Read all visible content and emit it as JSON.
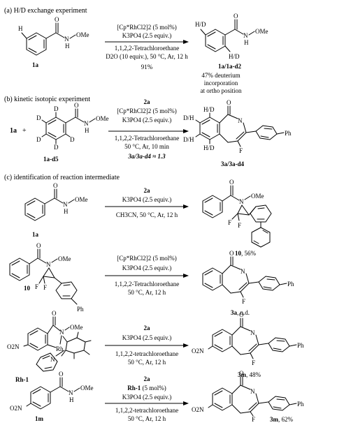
{
  "sections": {
    "a": {
      "title": "(a) H/D exchange experiment",
      "reactant": "1a",
      "conditions": [
        "[Cp*RhCl2]2 (5 mol%)",
        "K3PO4 (2.5 equiv.)",
        "1,1,2,2-Tetrachloroethane",
        "D2O (10 equiv.), 50 °C, Ar, 12 h"
      ],
      "yield": "91%",
      "product": "1a/1a-d2",
      "note": [
        "47% deuterium",
        "incorporation",
        "at ortho position"
      ],
      "atoms": {
        "H": "H",
        "NH": "N",
        "Hn": "H",
        "OMe": "OMe",
        "O": "O",
        "HD1": "H/D",
        "HD2": "H/D"
      }
    },
    "b": {
      "title": "(b) kinetic isotopic experiment",
      "reactant1": "1a",
      "plus": "+",
      "reactant2": "1a-d5",
      "reagent": "2a",
      "conditions": [
        "[Cp*RhCl2]2 (5 mol%)",
        "K3PO4 (2.5 equiv.)",
        "1,1,2,2-Tetrachloroethane",
        "50 °C, Ar, 10 min"
      ],
      "kie": "3a/3a-d4 ≈ 1.3",
      "product": "3a/3a-d4",
      "atoms": {
        "D": "D",
        "OMe": "OMe",
        "NH": "N",
        "Hn": "H",
        "O": "O",
        "HD": "H/D",
        "DH": "D/H",
        "N": "N",
        "F": "F",
        "Ph": "Ph"
      }
    },
    "c": {
      "title": "(c) identification of reaction intermediate",
      "row1": {
        "reactant": "1a",
        "reagent": "2a",
        "conditions": [
          "K3PO4 (2.5 equiv.)",
          "CH3CN, 50 °C, Ar, 12 h"
        ],
        "product_label": "10",
        "product_yield": ", 56%"
      },
      "row2": {
        "reactant": "10",
        "conditions": [
          "[Cp*RhCl2]2 (5 mol%)",
          "K3PO4 (2.5 equiv.)",
          "1,1,2,2-Tetrachloroethane",
          "50 °C, Ar, 12 h"
        ],
        "product_label": "3a",
        "product_yield": ", n.d."
      },
      "row3": {
        "reactant": "Rh-1",
        "reagent": "2a",
        "conditions": [
          "K3PO4 (2.5 equiv.)",
          "1,1,2,2-tetrachloroethane",
          "50 °C, Ar, 12 h"
        ],
        "product_label": "3m",
        "product_yield": ", 48%"
      },
      "row4": {
        "reactant": "1m",
        "reagent": "2a",
        "catalyst": "Rh-1",
        "catalyst_load": " (5 mol%)",
        "conditions": [
          "K3PO4 (2.5 equiv.)",
          "1,1,2,2-tetrachloroethane",
          "50 °C, Ar, 12 h"
        ],
        "product_label": "3m",
        "product_yield": ", 62%"
      },
      "atoms": {
        "NH": "N",
        "Hn": "H",
        "OMe": "OMe",
        "O": "O",
        "N": "N",
        "F": "F",
        "Ph": "Ph",
        "Rh": "Rh",
        "NO2": "O2N",
        "NO2r": "O2N"
      }
    }
  }
}
